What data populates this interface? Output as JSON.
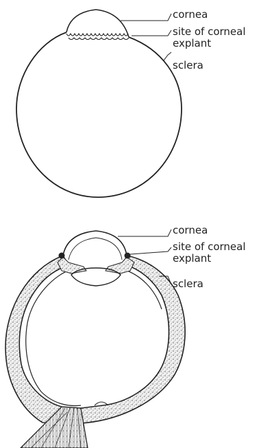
{
  "top_view": {
    "labels": {
      "cornea": "cornea",
      "explant_line1": "site of corneal",
      "explant_line2": "explant",
      "sclera": "sclera"
    }
  },
  "cross_section": {
    "labels": {
      "cornea": "cornea",
      "explant_line1": "site of corneal",
      "explant_line2": "explant",
      "sclera": "sclera"
    }
  },
  "colors": {
    "ink": "#222222",
    "stipple": "#555555",
    "background": "#ffffff"
  }
}
